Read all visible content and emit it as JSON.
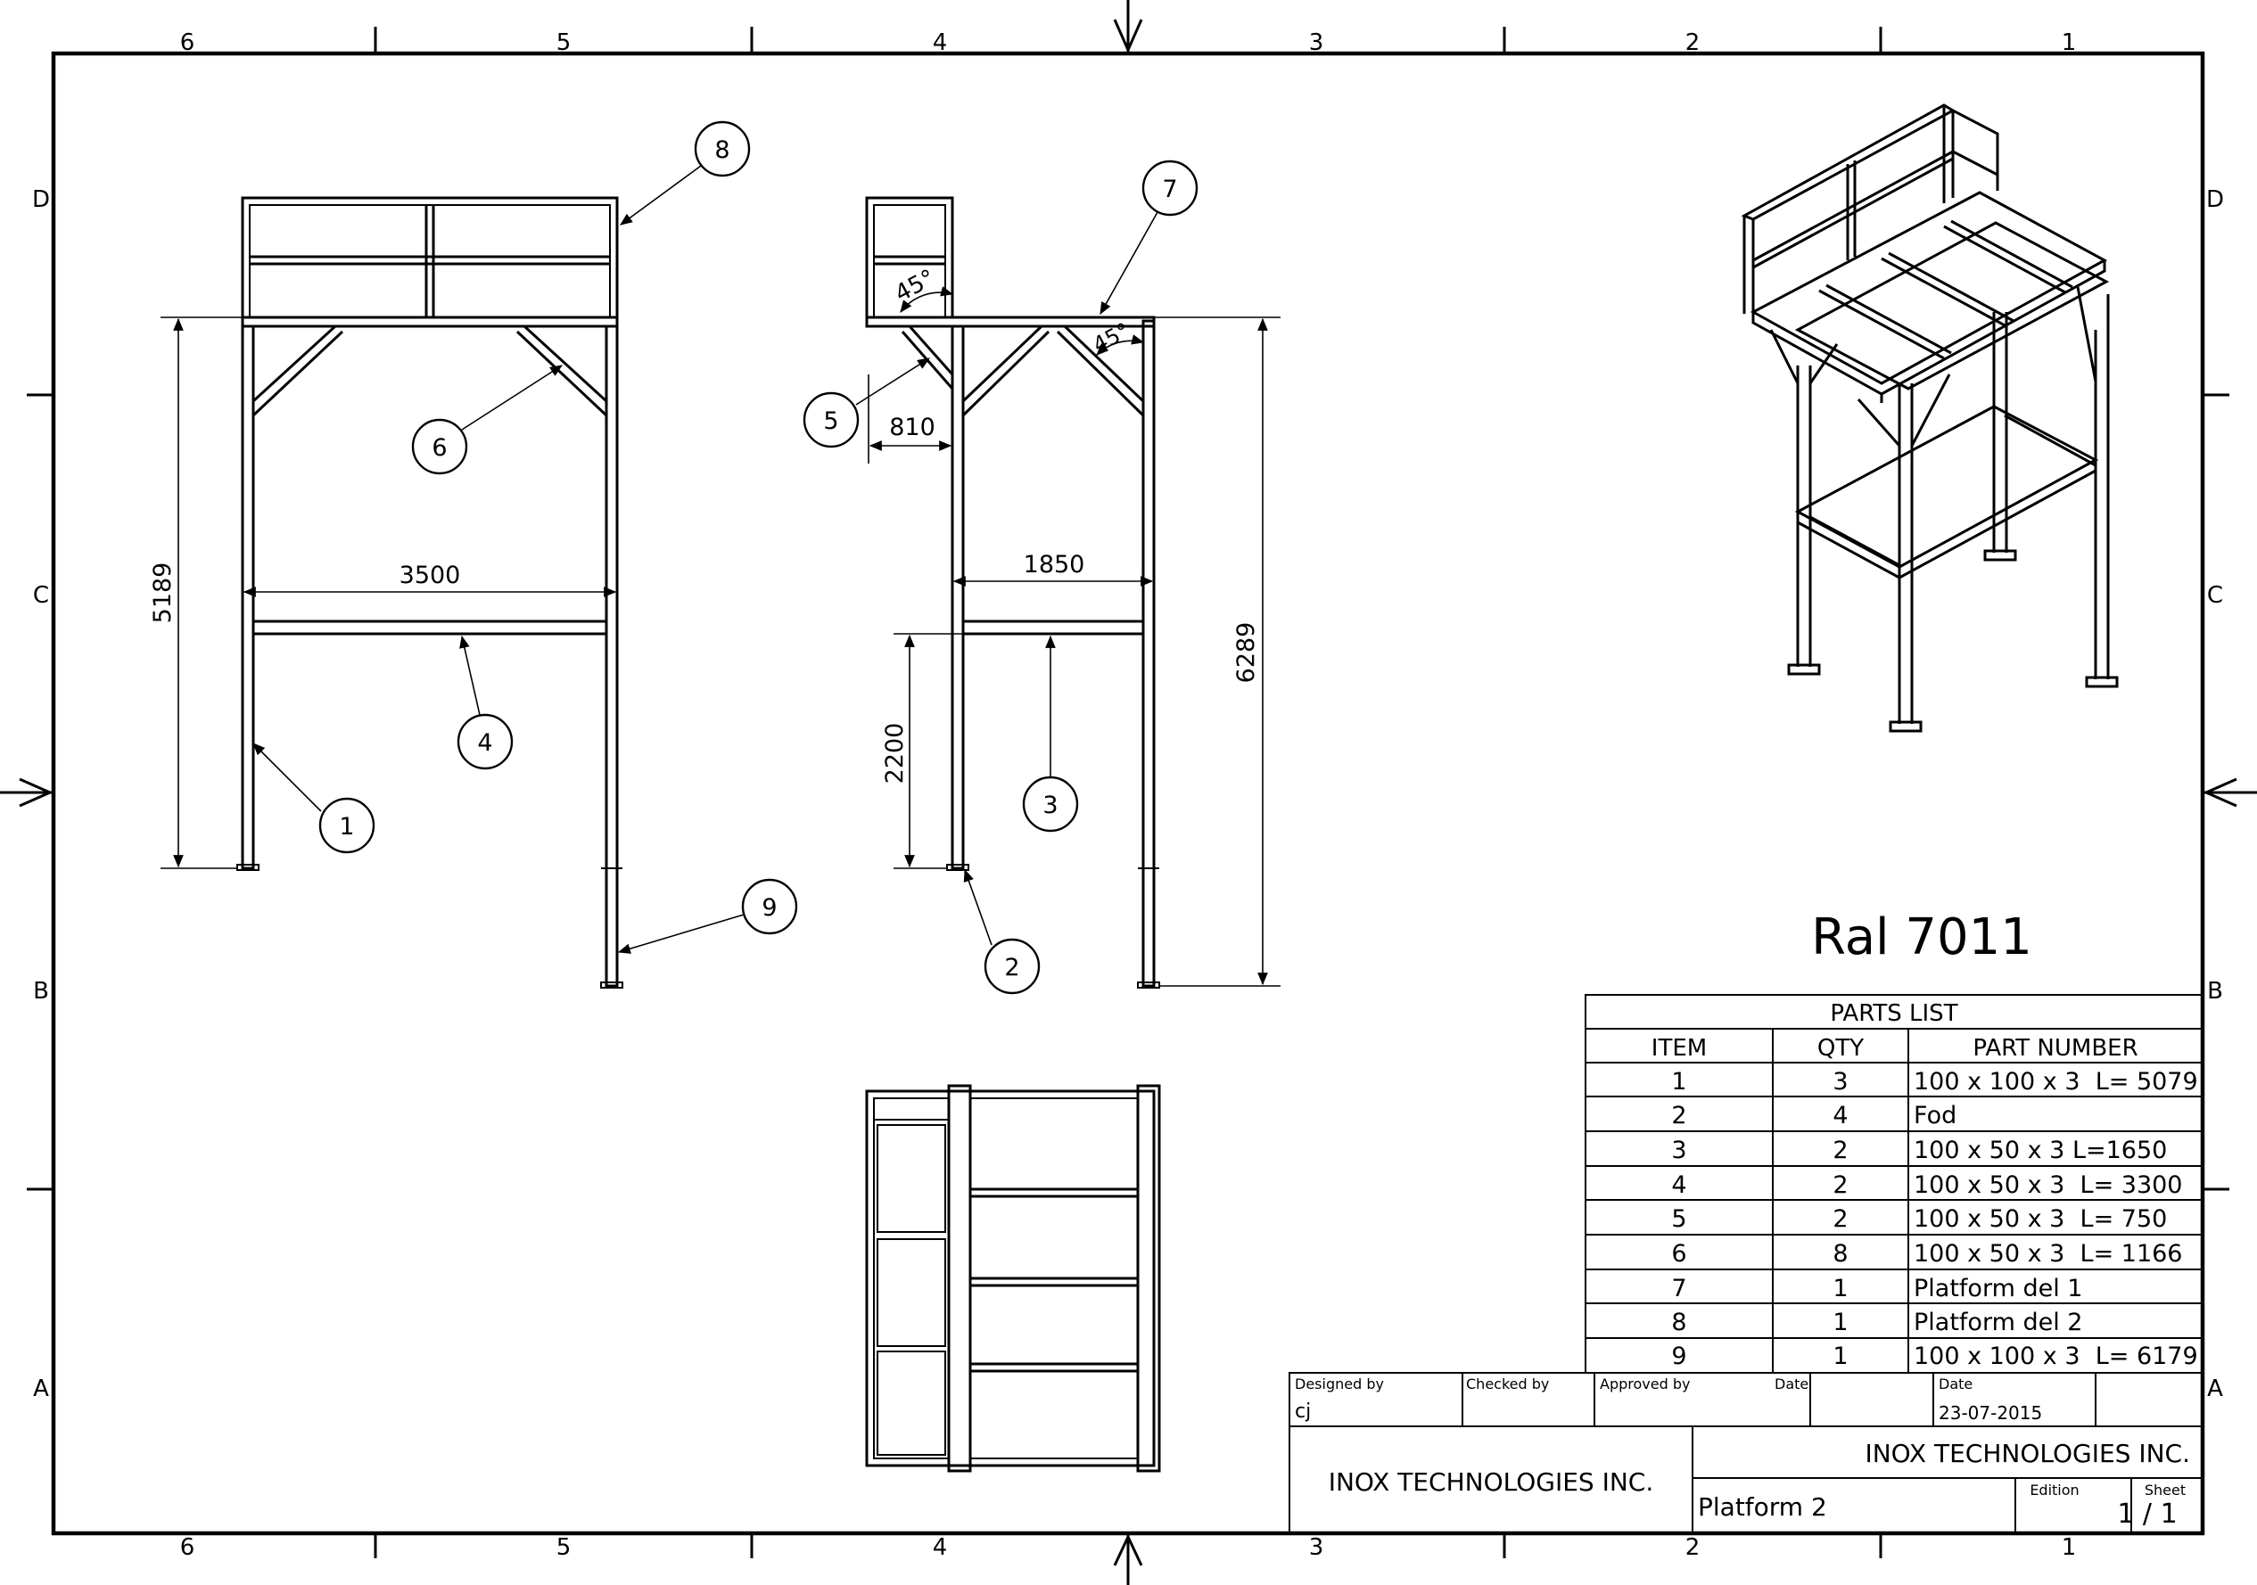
{
  "border": {
    "cols_top": [
      "6",
      "5",
      "4",
      "3",
      "2",
      "1"
    ],
    "cols_bottom": [
      "6",
      "5",
      "4",
      "3",
      "2",
      "1"
    ],
    "rows_left": [
      "D",
      "C",
      "B",
      "A"
    ],
    "rows_right": [
      "D",
      "C",
      "B",
      "A"
    ]
  },
  "dimensions": {
    "front_width": "3500",
    "front_height": "5189",
    "side_offset": "810",
    "side_width": "1850",
    "side_lower_height": "2200",
    "side_total_height": "6289",
    "angle_left": "45°",
    "angle_right": "45°"
  },
  "balloons": [
    "1",
    "2",
    "3",
    "4",
    "5",
    "6",
    "7",
    "8",
    "9"
  ],
  "color_note": "Ral 7011",
  "parts_list": {
    "title": "PARTS LIST",
    "headers": [
      "ITEM",
      "QTY",
      "PART NUMBER"
    ],
    "rows": [
      [
        "1",
        "3",
        "100 x 100 x 3  L= 5079"
      ],
      [
        "2",
        "4",
        "Fod"
      ],
      [
        "3",
        "2",
        "100 x 50 x 3 L=1650"
      ],
      [
        "4",
        "2",
        "100 x 50 x 3  L= 3300"
      ],
      [
        "5",
        "2",
        "100 x 50 x 3  L= 750"
      ],
      [
        "6",
        "8",
        "100 x 50 x 3  L= 1166"
      ],
      [
        "7",
        "1",
        "Platform del 1"
      ],
      [
        "8",
        "1",
        "Platform del 2"
      ],
      [
        "9",
        "1",
        "100 x 100 x 3  L= 6179"
      ]
    ]
  },
  "title_block": {
    "designed_by_label": "Designed by",
    "designed_by": "cj",
    "checked_by_label": "Checked by",
    "approved_by_label": "Approved by",
    "date_label_1": "Date",
    "date_label_2": "Date",
    "date": "23-07-2015",
    "company_left": "INOX TECHNOLOGIES INC.",
    "company_right": "INOX TECHNOLOGIES INC.",
    "drawing_title": "Platform 2",
    "edition_label": "Edition",
    "sheet_label": "Sheet",
    "sheet": "1 / 1"
  }
}
